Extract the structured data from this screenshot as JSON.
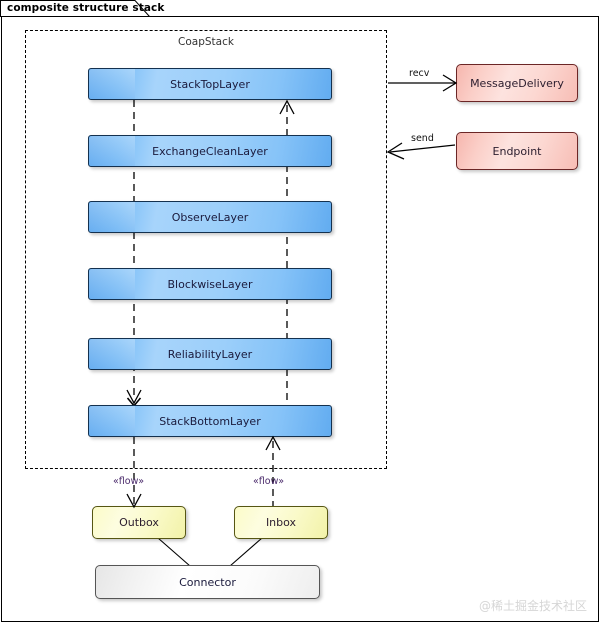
{
  "diagram": {
    "tab_title": "composite structure stack",
    "container_label": "CoapStack",
    "watermark": "@稀土掘金技术社区",
    "colors": {
      "layer_fill": "#9ccffa",
      "layer_border": "#14314f",
      "external_fill": "#fcd8d2",
      "external_border": "#6b2626",
      "port_fill": "#fafaca",
      "port_border": "#565613",
      "connector_fill": "#ffffff",
      "connector_border": "#555555",
      "flow_label": "#4a2a6b",
      "frame_border": "#000000"
    }
  },
  "layers": [
    {
      "name": "StackTopLayer"
    },
    {
      "name": "ExchangeCleanLayer"
    },
    {
      "name": "ObserveLayer"
    },
    {
      "name": "BlockwiseLayer"
    },
    {
      "name": "ReliabilityLayer"
    },
    {
      "name": "StackBottomLayer"
    }
  ],
  "external_elements": [
    {
      "name": "MessageDelivery"
    },
    {
      "name": "Endpoint"
    }
  ],
  "ports": [
    {
      "name": "Outbox"
    },
    {
      "name": "Inbox"
    }
  ],
  "connector": {
    "name": "Connector"
  },
  "edge_labels": {
    "recv": "recv",
    "send": "send",
    "flow_left": "«flow»",
    "flow_right": "«flow»"
  }
}
